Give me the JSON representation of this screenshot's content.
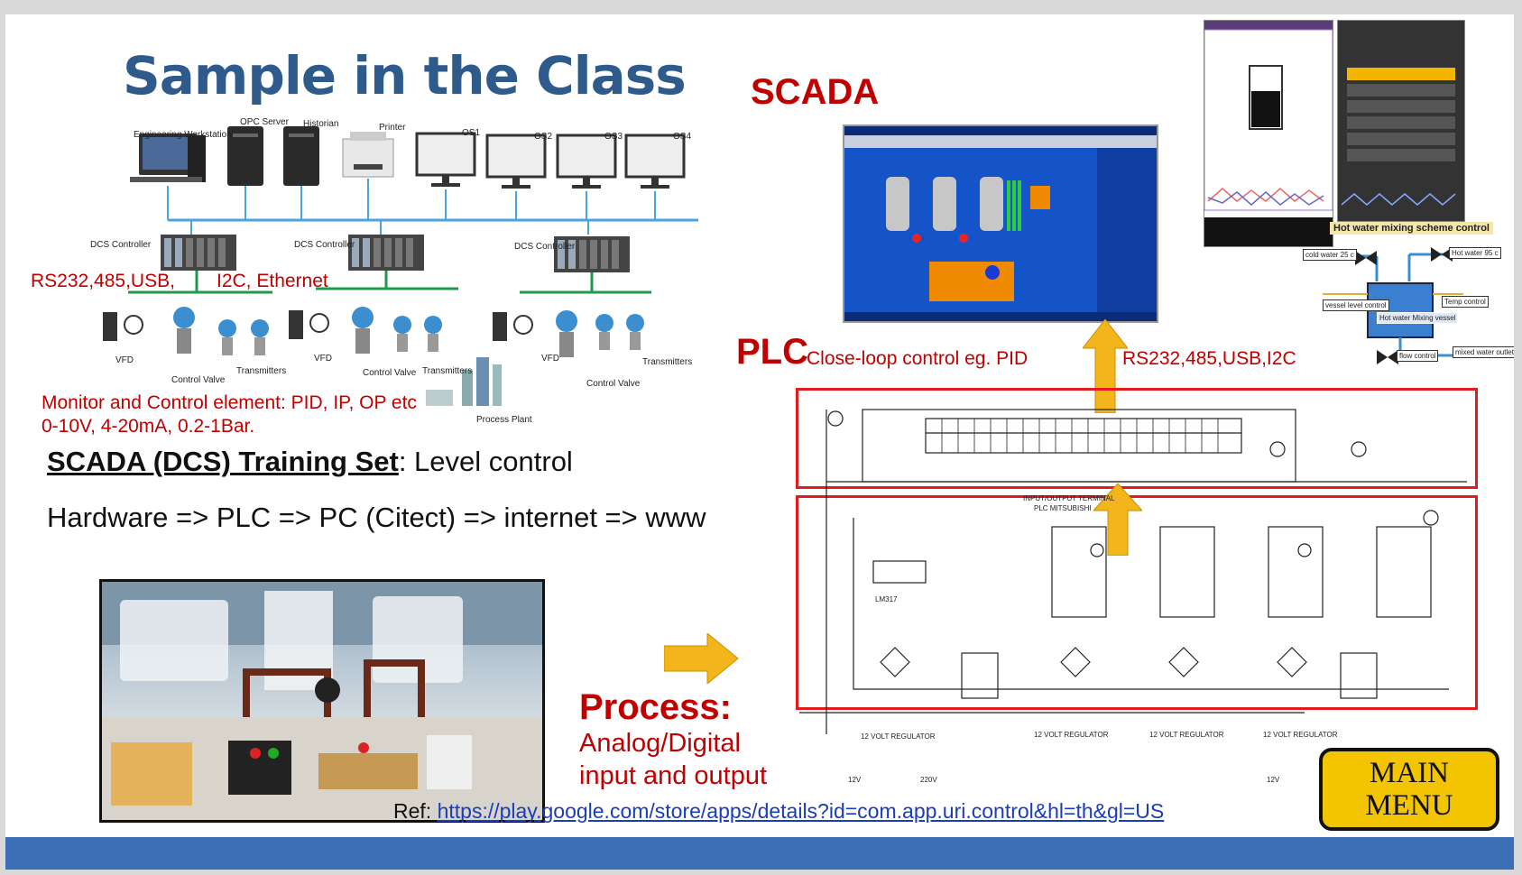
{
  "slide": {
    "title": "Sample in the Class",
    "scada_heading": "SCADA",
    "plc_heading": "PLC",
    "plc_subtitle": "Close-loop control eg. PID",
    "rs_right": "RS232,485,USB,I2C",
    "rs_left": "RS232,485,USB,",
    "i2c_left": "I2C, Ethernet",
    "monitor_line1": "Monitor and Control element: PID, IP, OP etc",
    "monitor_line2": "0-10V, 4-20mA, 0.2-1Bar.",
    "training_bold": "SCADA (DCS) Training Set",
    "training_rest": ": Level control",
    "chain": "Hardware => PLC => PC (Citect) => internet => www",
    "process_heading": "Process:",
    "process_line1": "Analog/Digital",
    "process_line2": "input and output",
    "ref_prefix": "Ref: ",
    "ref_link": "https://play.google.com/store/apps/details?id=com.app.uri.control&hl=th&gl=US",
    "main_menu_line1": "MAIN",
    "main_menu_line2": "MENU"
  },
  "dcs_diagram": {
    "eng_ws": "Engineering Workstation",
    "opc": "OPC Server",
    "historian": "Historian",
    "printer": "Printer",
    "os1": "OS1",
    "os2": "OS2",
    "os3": "OS3",
    "os4": "OS4",
    "dcs1": "DCS Controller",
    "dcs2": "DCS Controller",
    "dcs3": "DCS Controller",
    "vfd1": "VFD",
    "vfd2": "VFD",
    "vfd3": "VFD",
    "cv1": "Control Valve",
    "cv2": "Control Valve",
    "cv3": "Control Valve",
    "tr1": "Transmitters",
    "tr2": "Transmitters",
    "tr3": "Transmitters",
    "plant": "Process Plant"
  },
  "app_panel": {
    "hot_water_label": "Hot water mixing scheme control",
    "cold_water": "cold water 25 c",
    "hot_water": "Hot water 95 c",
    "vessel_level": "vessel level control",
    "temp_control": "Temp control",
    "mixing_vessel": "Hot water Mixing vessel",
    "flow_control": "flow control",
    "mixed_outlet": "mixed water outlet"
  },
  "circuit": {
    "io_label": "INPUT/OUTPUT TERMINAL",
    "plc_label": "PLC MITSUBISHI",
    "reg1": "12 VOLT REGULATOR",
    "reg2": "12 VOLT REGULATOR",
    "reg3": "12 VOLT REGULATOR",
    "reg4": "12 VOLT REGULATOR",
    "lm": "LM317",
    "v12a": "12V",
    "v220": "220V",
    "v12b": "12V"
  },
  "colors": {
    "title_blue": "#2e5a8c",
    "red": "#c00000",
    "arrow": "#f2b51b",
    "bar": "#3a6fb6",
    "menu_bg": "#f3c400"
  }
}
